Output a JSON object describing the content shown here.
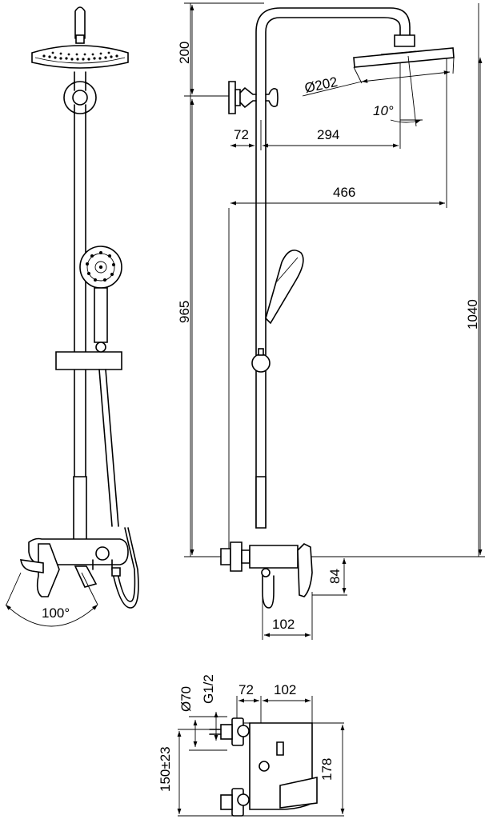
{
  "drawing": {
    "front_view": {
      "rotation_angle": "100°"
    },
    "side_view": {
      "head_height": "200",
      "arm_offset": "72",
      "arm_reach": "294",
      "head_diameter": "Ø202",
      "head_tilt": "10°",
      "total_projection": "466",
      "slider_height": "965",
      "total_height": "1040",
      "valve_depth": "84",
      "valve_width": "102"
    },
    "top_view": {
      "eccentric_diameter": "Ø70",
      "thread": "G1/2",
      "offset": "72",
      "width": "102",
      "centers": "150±23",
      "height": "178"
    }
  }
}
